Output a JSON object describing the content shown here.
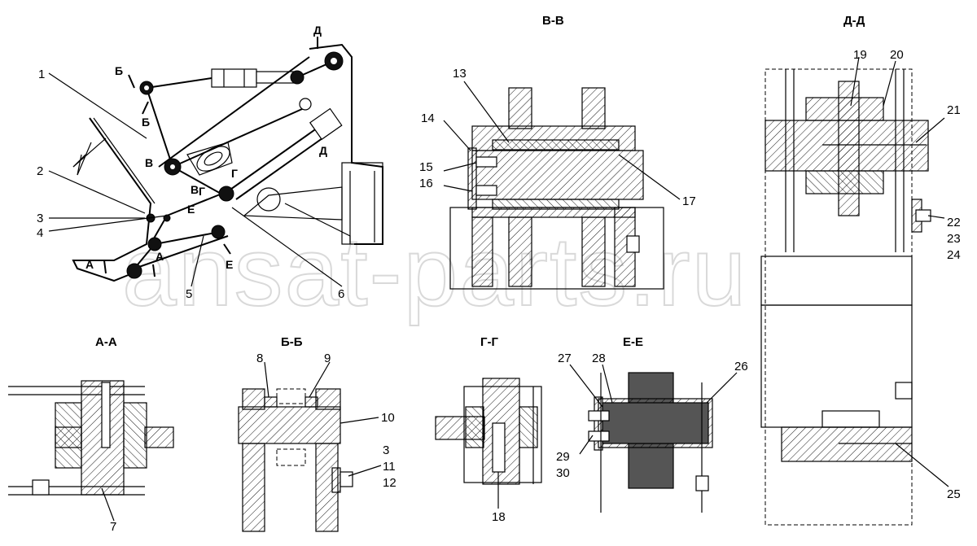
{
  "sections": {
    "bb_top": "В-В",
    "dd": "Д-Д",
    "aa": "А-А",
    "bb": "Б-Б",
    "gg": "Г-Г",
    "ee": "Е-Е"
  },
  "cut_letters": {
    "d1": "Д",
    "d2": "Д",
    "b1": "Б",
    "b2": "Б",
    "v1": "В",
    "v2": "В",
    "g1": "Г",
    "g2": "Г",
    "e1": "Е",
    "e2": "Е",
    "a1": "А",
    "a2": "А"
  },
  "callouts": {
    "c1": "1",
    "c2": "2",
    "c3": "3",
    "c4": "4",
    "c5": "5",
    "c6": "6",
    "c7": "7",
    "c8": "8",
    "c9": "9",
    "c10": "10",
    "c3b": "3",
    "c11": "11",
    "c12": "12",
    "c13": "13",
    "c14": "14",
    "c15": "15",
    "c16": "16",
    "c17": "17",
    "c18": "18",
    "c19": "19",
    "c20": "20",
    "c21": "21",
    "c22": "22",
    "c23": "23",
    "c24": "24",
    "c25": "25",
    "c26": "26",
    "c27": "27",
    "c28": "28",
    "c29": "29",
    "c30": "30"
  },
  "watermark": "ansat-parts.ru"
}
